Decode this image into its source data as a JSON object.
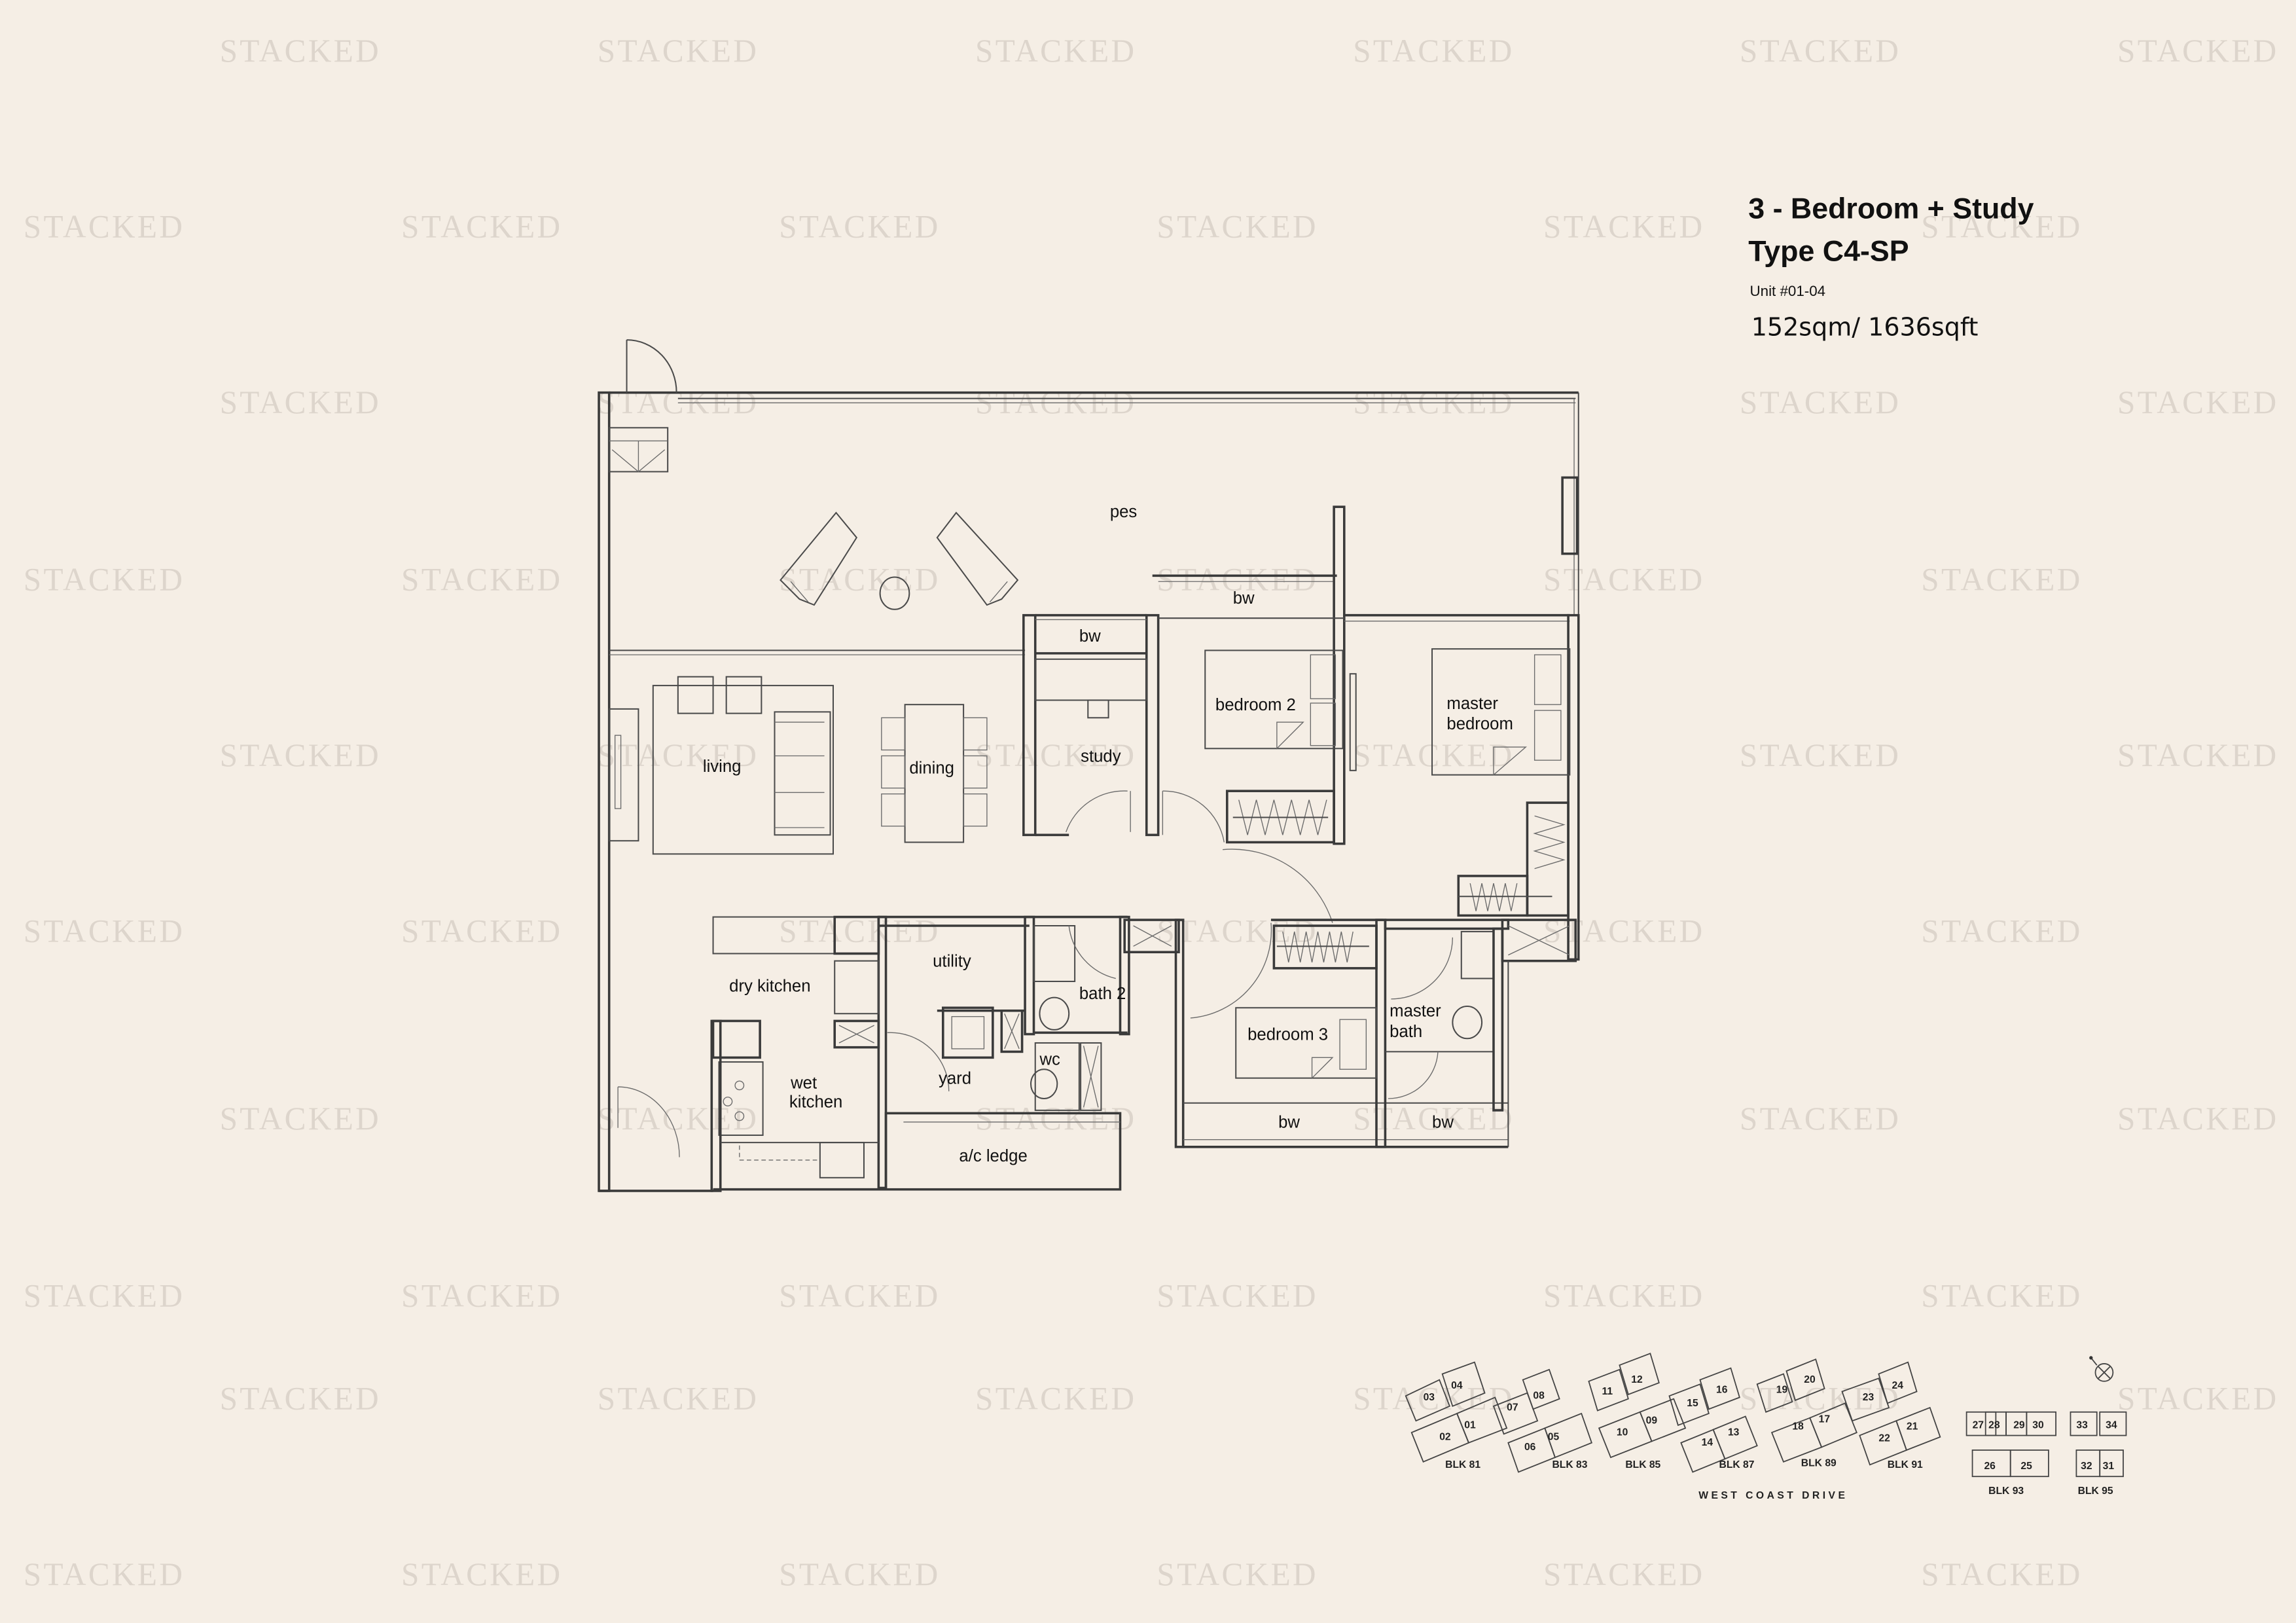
{
  "header": {
    "title_line1": "3 - Bedroom  + Study",
    "title_line2": "Type C4-SP",
    "unit": "Unit #01-04",
    "area": "152sqm/ 1636sqft"
  },
  "watermark": "STACKED",
  "rooms": {
    "pes": "pes",
    "bw_study": "bw",
    "bw_bedroom2": "bw",
    "bedroom2": "bedroom 2",
    "master_bedroom_1": "master",
    "master_bedroom_2": "bedroom",
    "living": "living",
    "dining": "dining",
    "study": "study",
    "utility": "utility",
    "dry_kitchen": "dry kitchen",
    "bath2": "bath 2",
    "wc": "wc",
    "yard": "yard",
    "wet_kitchen_1": "wet",
    "wet_kitchen_2": "kitchen",
    "bedroom3": "bedroom 3",
    "master_bath_1": "master",
    "master_bath_2": "bath",
    "ac_ledge": "a/c ledge",
    "bw_bedroom3": "bw",
    "bw_master_bath": "bw"
  },
  "key_plan": {
    "road": "WEST COAST DRIVE",
    "highlighted_unit": "04",
    "highlight_color": "#cfcac3",
    "blocks": [
      {
        "name": "BLK 81",
        "units": [
          "03",
          "04",
          "01",
          "02"
        ]
      },
      {
        "name": "BLK 83",
        "units": [
          "07",
          "08",
          "06",
          "05"
        ]
      },
      {
        "name": "BLK 85",
        "units": [
          "11",
          "12",
          "10",
          "09"
        ]
      },
      {
        "name": "BLK 87",
        "units": [
          "15",
          "16",
          "14",
          "13"
        ]
      },
      {
        "name": "BLK 89",
        "units": [
          "19",
          "20",
          "18",
          "17"
        ]
      },
      {
        "name": "BLK 91",
        "units": [
          "23",
          "24",
          "22",
          "21"
        ]
      },
      {
        "name": "BLK 93",
        "units": [
          "27",
          "28",
          "29",
          "30",
          "26",
          "25"
        ]
      },
      {
        "name": "BLK 95",
        "units": [
          "33",
          "34",
          "32",
          "31"
        ]
      }
    ]
  },
  "colors": {
    "background": "#f5eee5",
    "watermark": "#ddd5cc",
    "lines": "#3a3a3a",
    "text": "#111111"
  }
}
